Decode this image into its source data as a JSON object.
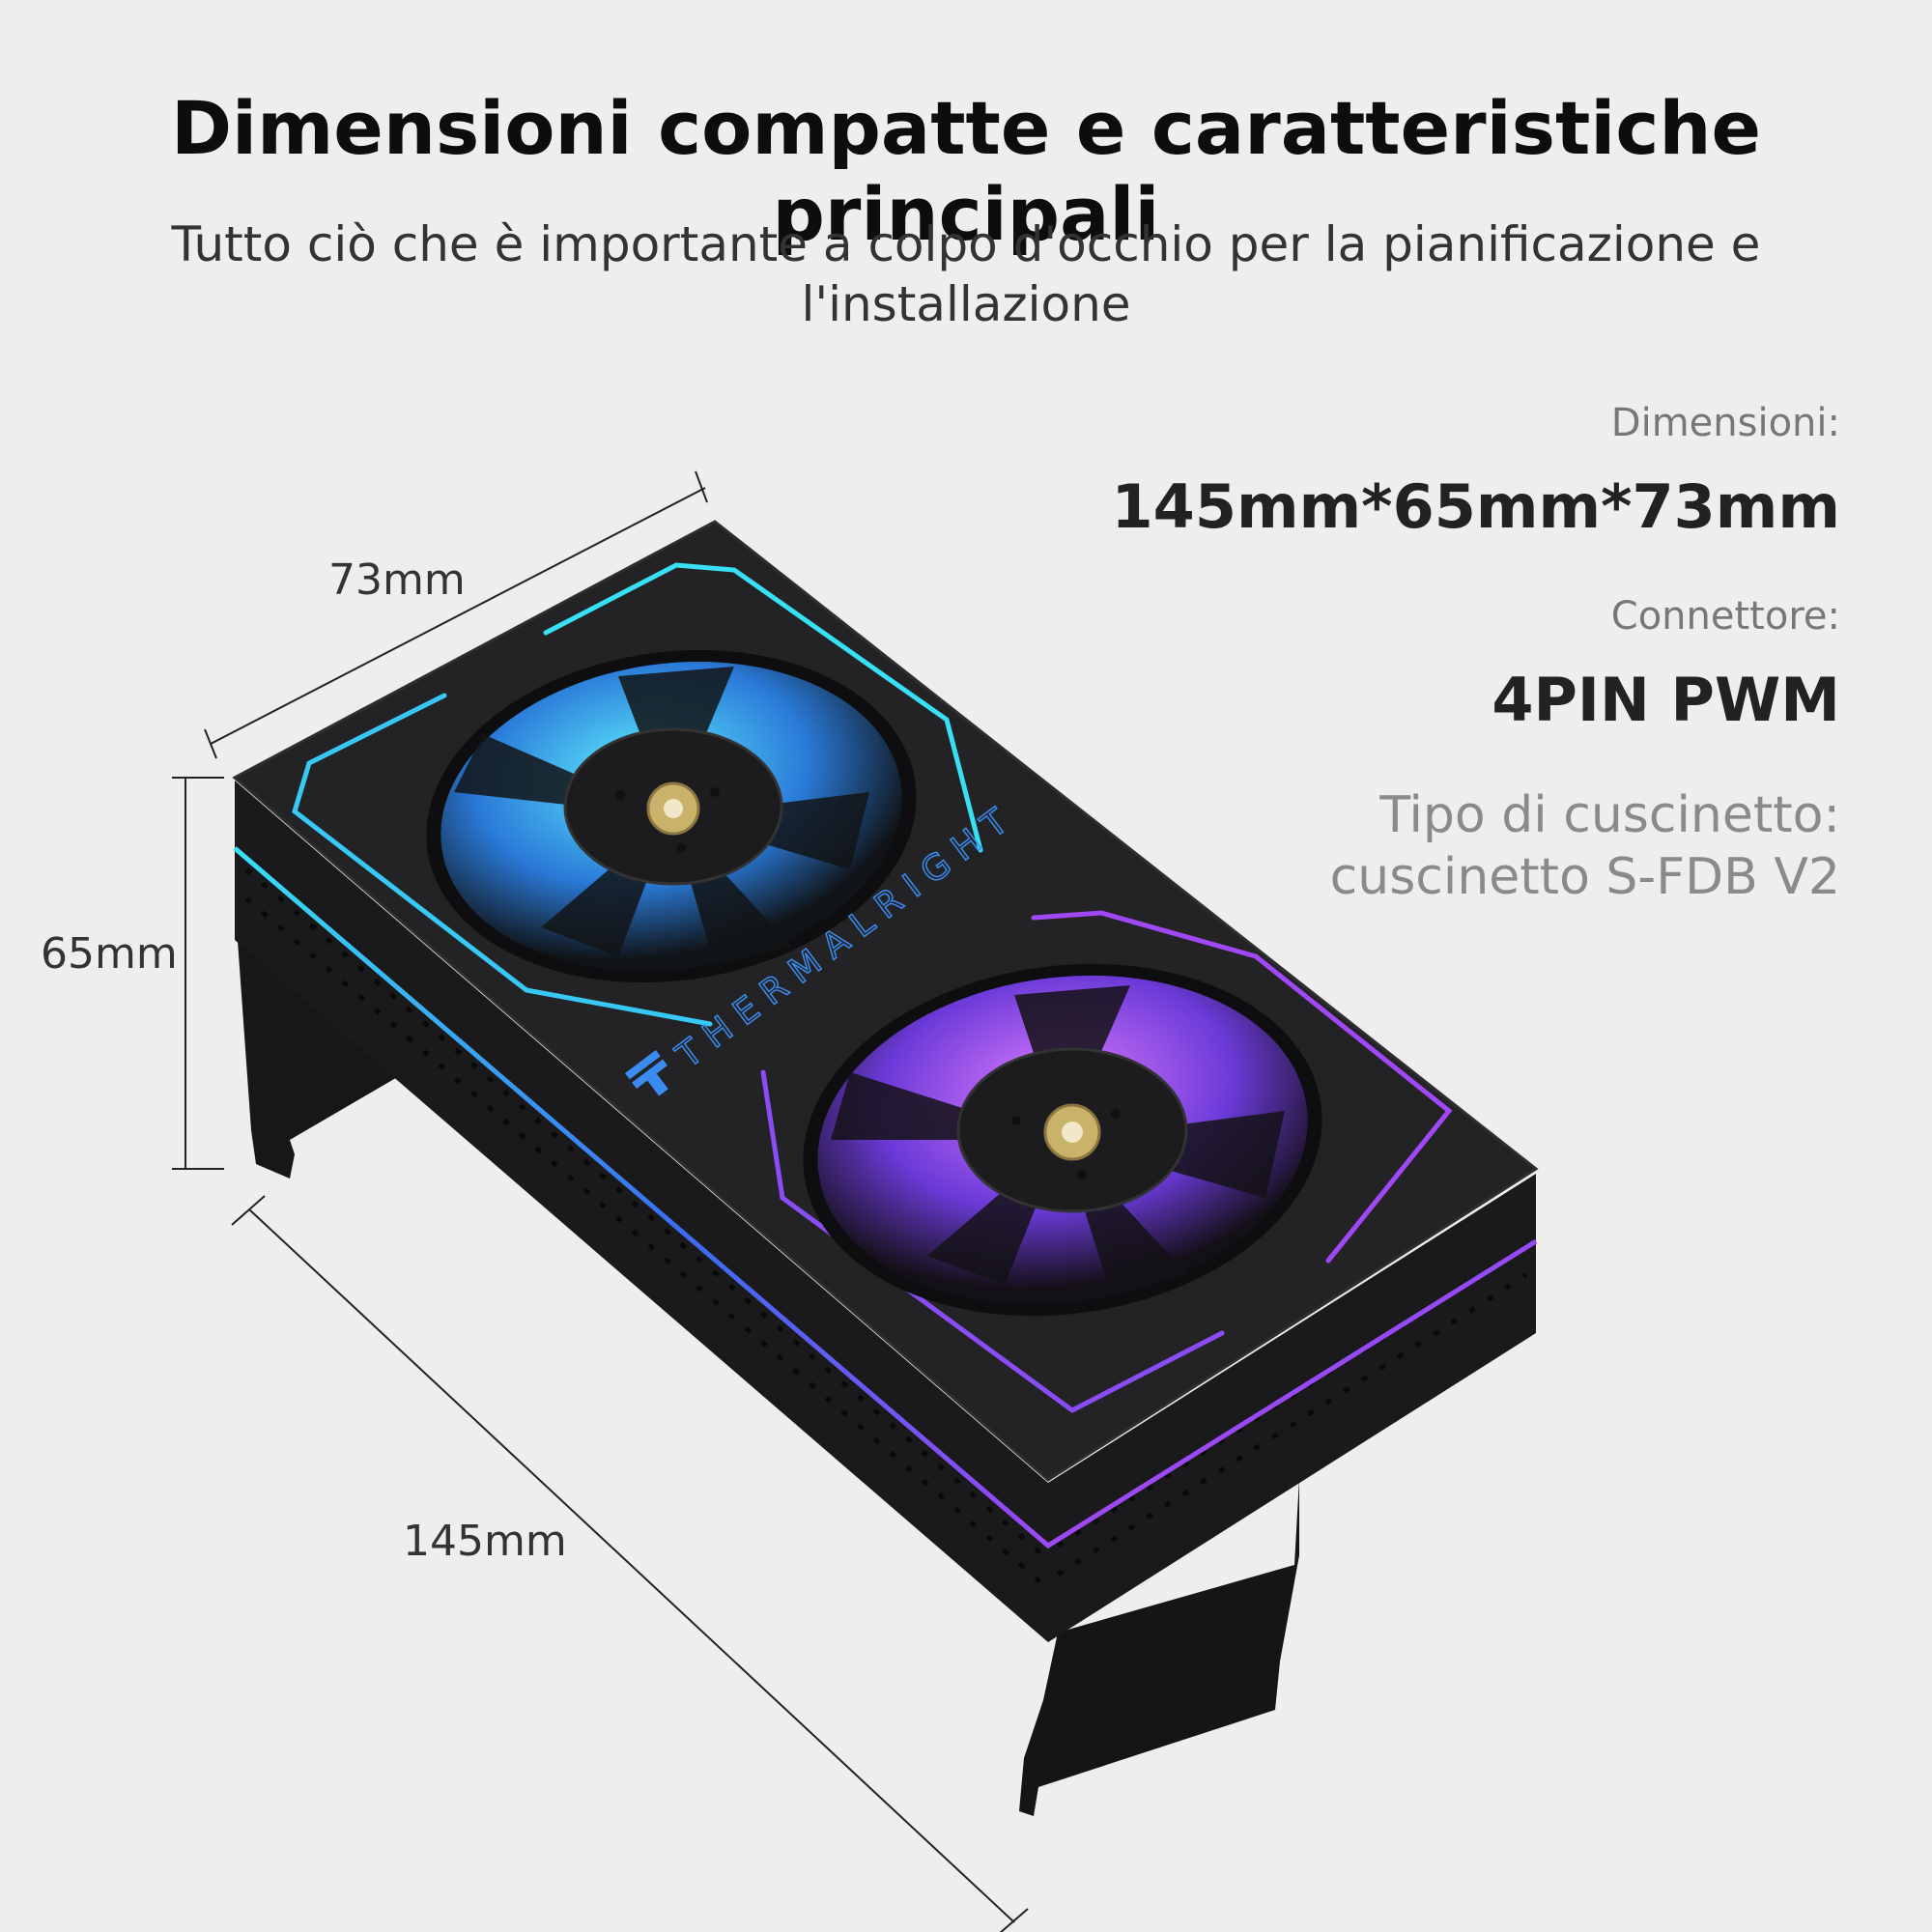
{
  "header": {
    "title": "Dimensioni compatte e caratteristiche principali",
    "subtitle": "Tutto ciò che è importante a colpo d'occhio per la pianificazione e l'installazione"
  },
  "specs": {
    "dimensions_label": "Dimensioni:",
    "dimensions_value": "145mm*65mm*73mm",
    "connector_label": "Connettore:",
    "connector_value": "4PIN PWM",
    "bearing_label": "Tipo di cuscinetto:",
    "bearing_value": "cuscinetto S-FDB V2"
  },
  "dimensions": {
    "depth": "73mm",
    "height": "65mm",
    "length": "145mm"
  },
  "product": {
    "brand": "THERMALRIGHT",
    "colors": {
      "cyan": "#38e0f5",
      "blue": "#3a6cf0",
      "violet": "#8a4cf5",
      "magenta": "#d63ef0",
      "body": "#1e1e20"
    }
  }
}
